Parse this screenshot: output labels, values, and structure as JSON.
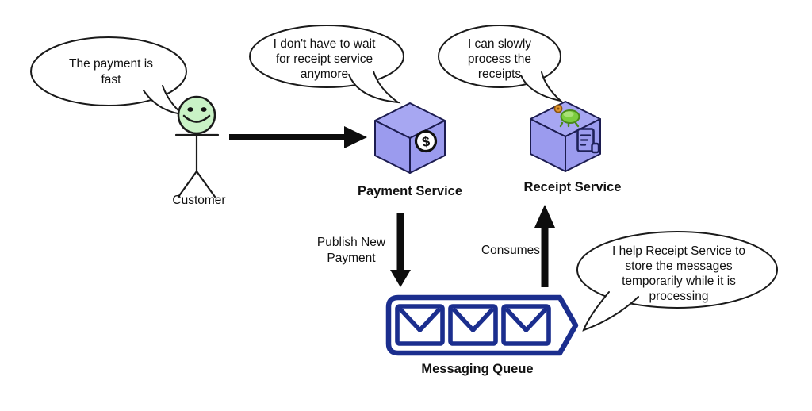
{
  "bubbles": {
    "customer": {
      "lines": [
        "The payment is",
        "fast"
      ]
    },
    "payment": {
      "lines": [
        "I don't have to wait",
        "for receipt service",
        "anymore"
      ]
    },
    "receipt": {
      "lines": [
        "I can slowly",
        "process the",
        "receipts"
      ]
    },
    "queue": {
      "lines": [
        "I help Receipt Service to",
        "store the messages",
        "temporarily while it is",
        "processing"
      ]
    }
  },
  "nodes": {
    "customer": {
      "label": "Customer"
    },
    "payment_service": {
      "label": "Payment Service"
    },
    "receipt_service": {
      "label": "Receipt Service"
    },
    "messaging_queue": {
      "label": "Messaging Queue"
    }
  },
  "edges": {
    "publish": {
      "lines": [
        "Publish New",
        "Payment"
      ]
    },
    "consumes": {
      "label": "Consumes"
    }
  },
  "icons": {
    "dollar": "$"
  },
  "colors": {
    "cube_fill": "#9b9bee",
    "cube_top_fill": "#a7a7f2",
    "cube_stroke": "#1c1c50",
    "queue_navy": "#1b2e8e",
    "smiley_green": "#c9f2c6",
    "turtle_green": "#7ccd3f",
    "turtle_head_orange": "#e2962e",
    "outline_black": "#1a1a1a"
  }
}
